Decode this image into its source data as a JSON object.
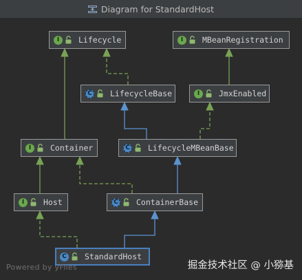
{
  "window": {
    "title": "Diagram for StandardHost"
  },
  "colors": {
    "realization_edge": "#78a255",
    "inheritance_edge": "#5b93cf",
    "interface_badge": "#6aa84f",
    "class_badge": "#4a88c4",
    "node_border": "#9a9a9a",
    "background": "#2b2b2b"
  },
  "nodes": [
    {
      "id": "lifecycle",
      "label": "Lifecycle",
      "kind": "interface",
      "badge": "I",
      "icon": "lock-open-icon"
    },
    {
      "id": "mbean",
      "label": "MBeanRegistration",
      "kind": "interface",
      "badge": "I",
      "icon": "lock-open-icon"
    },
    {
      "id": "lifecyclebase",
      "label": "LifecycleBase",
      "kind": "abstract",
      "badge": "C",
      "icon": "lock-open-icon"
    },
    {
      "id": "jmx",
      "label": "JmxEnabled",
      "kind": "interface",
      "badge": "I",
      "icon": "lock-open-icon"
    },
    {
      "id": "container",
      "label": "Container",
      "kind": "interface",
      "badge": "I",
      "icon": "lock-open-icon"
    },
    {
      "id": "lifecyclembeanbase",
      "label": "LifecycleMBeanBase",
      "kind": "abstract",
      "badge": "C",
      "icon": "lock-open-icon"
    },
    {
      "id": "host",
      "label": "Host",
      "kind": "interface",
      "badge": "I",
      "icon": "lock-open-icon"
    },
    {
      "id": "containerbase",
      "label": "ContainerBase",
      "kind": "abstract",
      "badge": "C",
      "icon": "lock-open-icon"
    },
    {
      "id": "standardhost",
      "label": "StandardHost",
      "kind": "class",
      "badge": "C",
      "icon": "lock-open-icon",
      "selected": true
    }
  ],
  "edges": [
    {
      "from": "lifecyclebase",
      "to": "lifecycle",
      "type": "realization"
    },
    {
      "from": "container",
      "to": "lifecycle",
      "type": "inheritance-interface"
    },
    {
      "from": "jmx",
      "to": "mbean",
      "type": "inheritance-interface"
    },
    {
      "from": "lifecyclembeanbase",
      "to": "lifecyclebase",
      "type": "inheritance"
    },
    {
      "from": "lifecyclembeanbase",
      "to": "jmx",
      "type": "realization"
    },
    {
      "from": "host",
      "to": "container",
      "type": "inheritance-interface"
    },
    {
      "from": "containerbase",
      "to": "container",
      "type": "realization"
    },
    {
      "from": "containerbase",
      "to": "lifecyclembeanbase",
      "type": "inheritance"
    },
    {
      "from": "standardhost",
      "to": "host",
      "type": "realization"
    },
    {
      "from": "standardhost",
      "to": "containerbase",
      "type": "inheritance"
    }
  ],
  "watermark": {
    "left": "Powered by yFiles",
    "right": "掘金技术社区 @ 小猕基"
  }
}
